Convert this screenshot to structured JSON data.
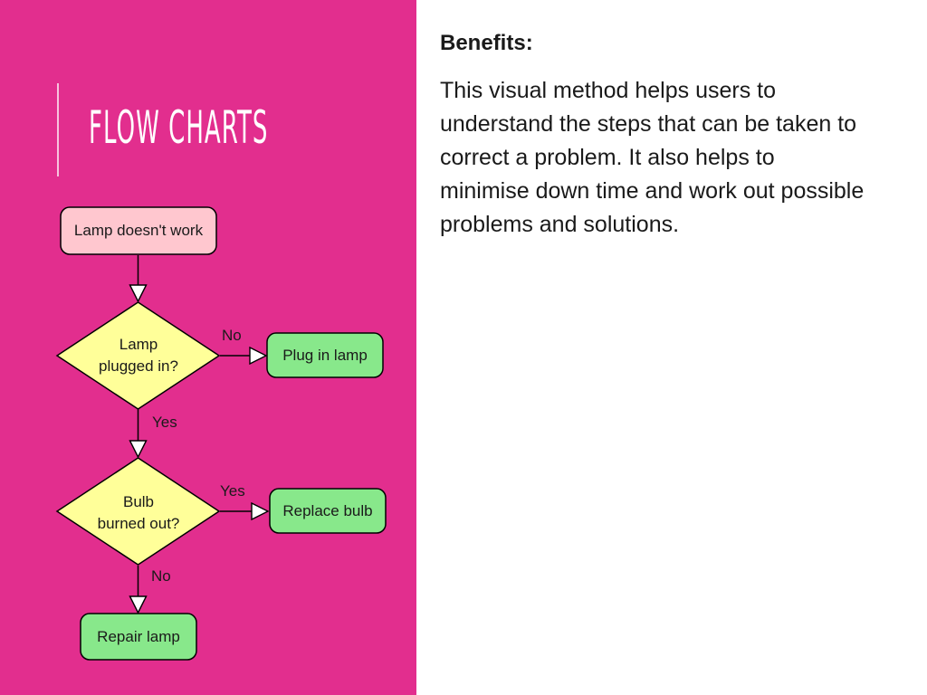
{
  "slide": {
    "title": "FLOW CHARTS",
    "heading": "Benefits:",
    "body": "This visual method helps users to understand the steps that can be taken to correct a problem. It also helps to minimise down time and work out possible problems and solutions."
  },
  "colors": {
    "panel": "#e22e8e",
    "start_fill": "#ffc7cf",
    "decision_fill": "#ffff99",
    "action_fill": "#88e88b"
  },
  "flowchart": {
    "start": "Lamp doesn't work",
    "decision1": {
      "line1": "Lamp",
      "line2": "plugged in?"
    },
    "decision2": {
      "line1": "Bulb",
      "line2": "burned out?"
    },
    "action1": "Plug in lamp",
    "action2": "Replace bulb",
    "action3": "Repair lamp",
    "labels": {
      "no1": "No",
      "yes1": "Yes",
      "yes2": "Yes",
      "no2": "No"
    }
  }
}
